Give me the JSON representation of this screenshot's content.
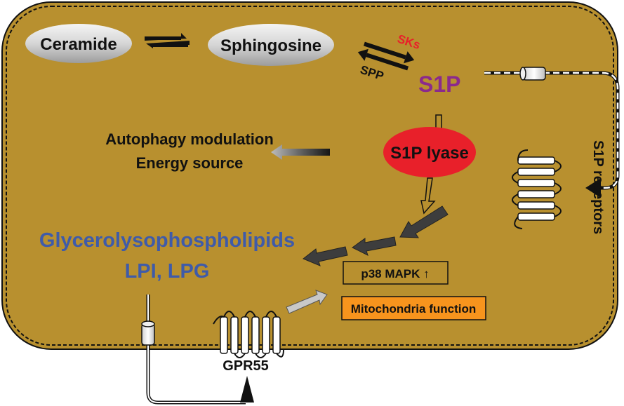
{
  "labels": {
    "ceramide": "Ceramide",
    "sphingosine": "Sphingosine",
    "sks": "SKs",
    "spp": "SPP",
    "s1p": "S1P",
    "s1p_lyase": "S1P lyase",
    "autophagy": "Autophagy modulation",
    "energy": "Energy source",
    "glycero": "Glycerolysophospholipids",
    "lpi_lpg": "LPI, LPG",
    "p38": "p38 MAPK ↑",
    "mito": "Mitochondria function",
    "gpr55": "GPR55",
    "s1p_receptors": "S1P receptors"
  },
  "colors": {
    "cell_fill": "#B8902F",
    "ellipse_gray": "#D8D8D8",
    "lyase_red": "#E8202A",
    "s1p_purple": "#8B2A8C",
    "sks_red": "#E8202A",
    "glycero_blue": "#3F5BA9",
    "mito_orange": "#F7941D",
    "arrow_dark": "#3D3D3D",
    "arrow_light": "#C8C8C8"
  }
}
